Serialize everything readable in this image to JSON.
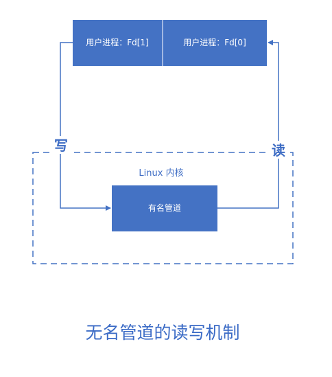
{
  "processes": {
    "left_label": "用户进程：Fd[1]",
    "right_label": "用户进程：Fd[0]"
  },
  "kernel": {
    "label": "Linux 内核"
  },
  "pipe": {
    "label": "有名管道"
  },
  "arrows": {
    "write_label": "写",
    "read_label": "读"
  },
  "caption": "无名管道的读写机制",
  "colors": {
    "box_fill": "#4472c4",
    "line": "#4472c4",
    "dashed_border": "#4472c4",
    "text_accent": "#3b6bc6"
  }
}
